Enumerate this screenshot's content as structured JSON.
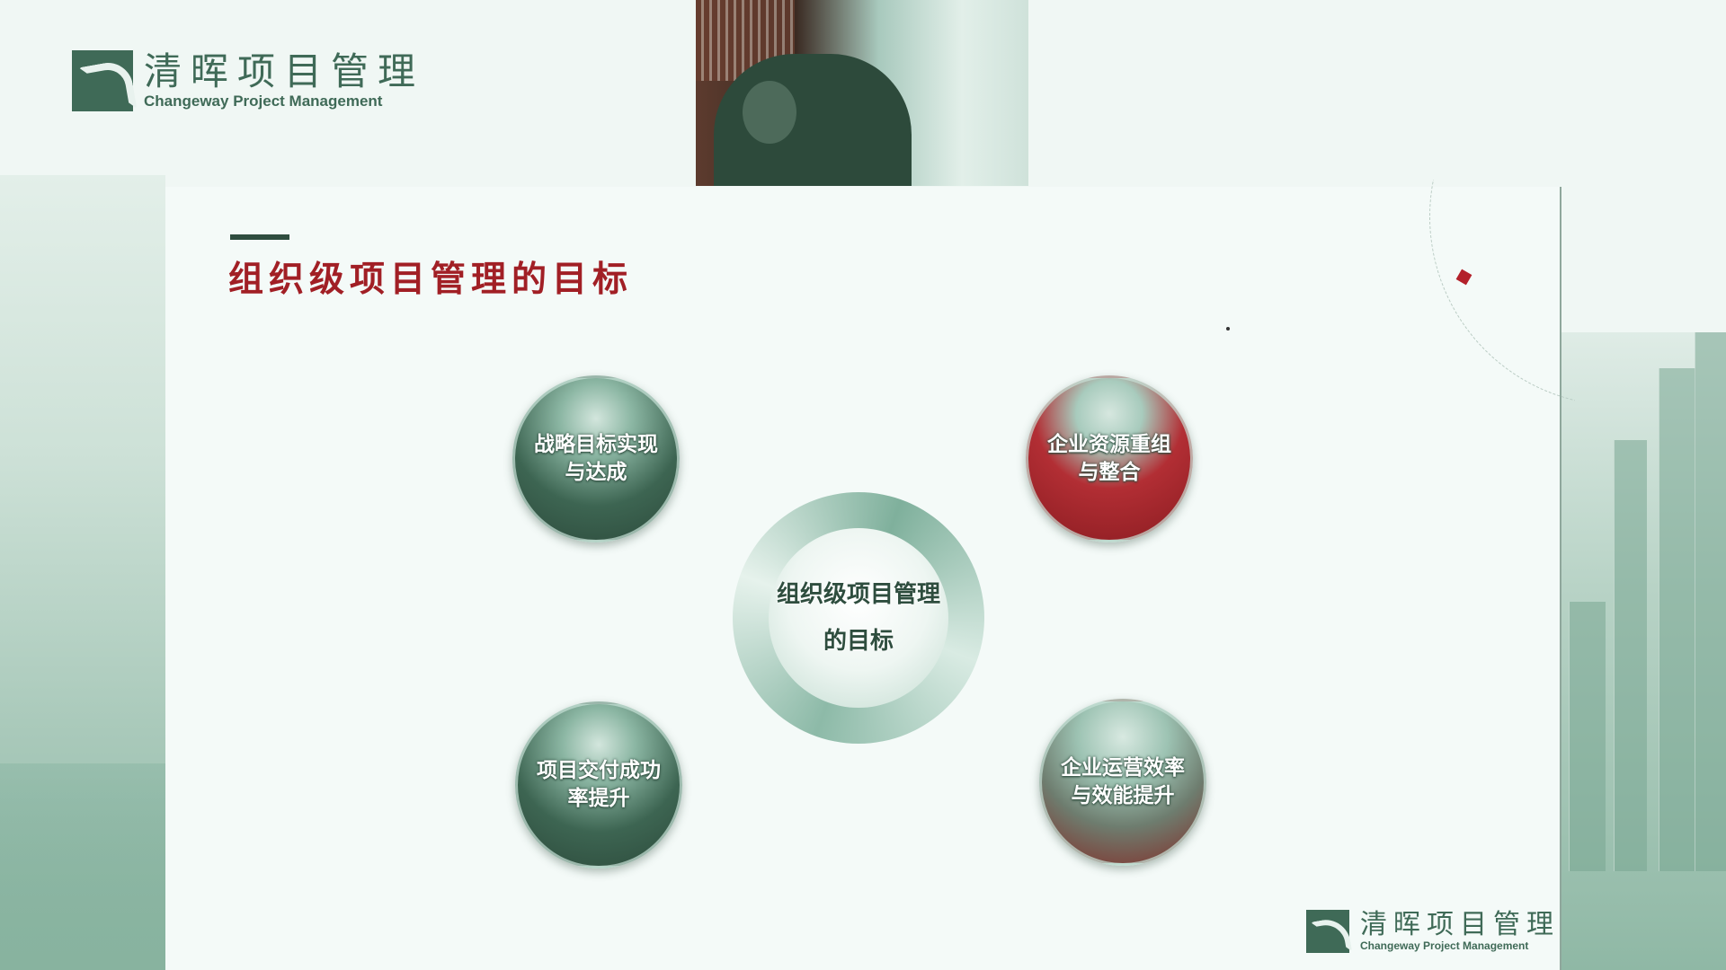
{
  "brand": {
    "name_cn": "清晖项目管理",
    "name_en": "Changeway Project Management"
  },
  "slide": {
    "title": "组织级项目管理的目标",
    "center": {
      "line1": "组织级项目管理",
      "line2": "的目标"
    },
    "goals": [
      {
        "label": "战略目标实现与达成"
      },
      {
        "label": "企业资源重组与整合"
      },
      {
        "label": "项目交付成功率提升"
      },
      {
        "label": "企业运营效率与效能提升"
      }
    ]
  },
  "colors": {
    "brand_green": "#3f6a57",
    "title_red": "#a11f25",
    "accent_red": "#b3202a"
  }
}
